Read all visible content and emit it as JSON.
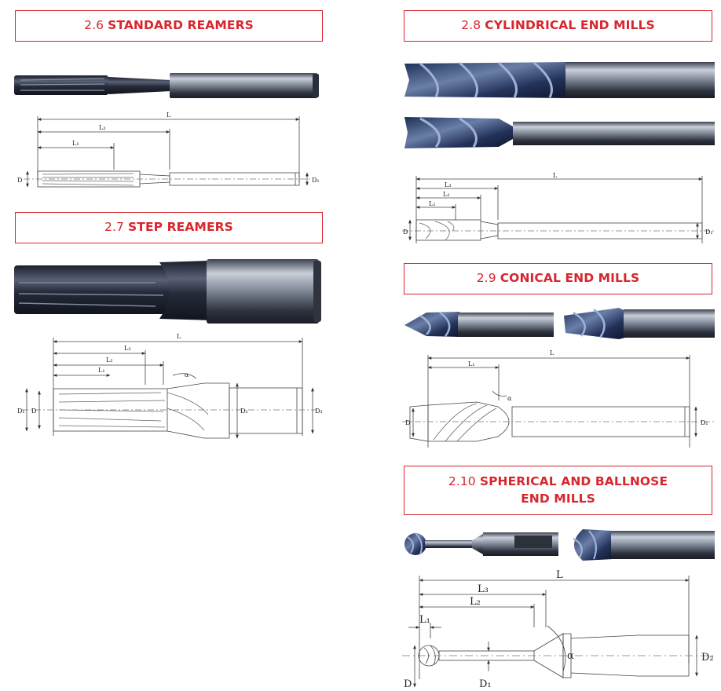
{
  "colors": {
    "accent": "#d8262e",
    "tool_dark": "#262b39",
    "tool_steel": "#7c8594"
  },
  "sections": [
    {
      "id": "2.6",
      "title": "STANDARD REAMERS"
    },
    {
      "id": "2.7",
      "title": "STEP REAMERS"
    },
    {
      "id": "2.8",
      "title": "CYLINDRICAL END MILLS"
    },
    {
      "id": "2.9",
      "title": "CONICAL END MILLS"
    },
    {
      "id": "2.10",
      "title": "SPHERICAL AND BALLNOSE",
      "title2": "END MILLS"
    }
  ],
  "dims": {
    "s26": {
      "L": "L",
      "L2": "L₂",
      "L1": "L₁",
      "D": "D",
      "D1": "D₁"
    },
    "s27": {
      "L": "L",
      "L3": "L₃",
      "L2": "L₂",
      "L1": "L₁",
      "a": "α",
      "D1": "D₁",
      "D": "D",
      "D2": "D₂",
      "D3": "D₃"
    },
    "s28": {
      "L": "L",
      "L3": "L₃",
      "L2": "L₂",
      "L1": "L₁",
      "D": "D",
      "D1": "D₁"
    },
    "s29": {
      "L": "L",
      "L1": "L₁",
      "a": "α",
      "D": "D",
      "D1": "D₁"
    },
    "s210": {
      "L": "L",
      "L3": "L₃",
      "L2": "L₂",
      "L1": "L₁",
      "a": "α",
      "D": "D",
      "D1": "D₁",
      "D2": "D₂"
    }
  }
}
